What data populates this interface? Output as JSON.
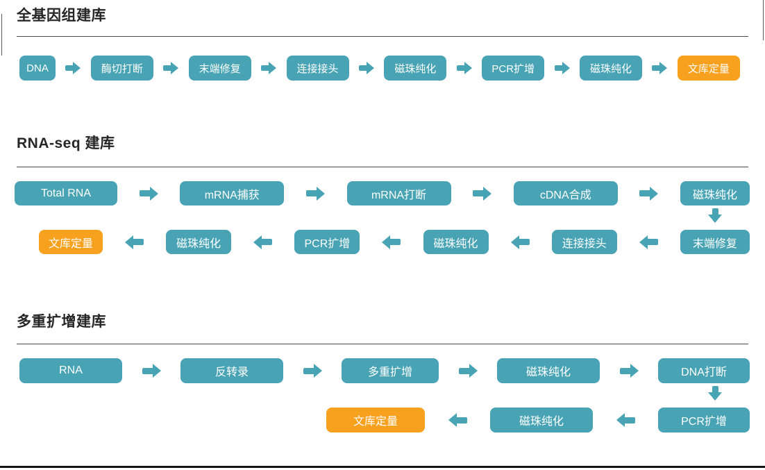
{
  "colors": {
    "teal": "#48a3b4",
    "orange": "#f7a11e"
  },
  "sections": [
    {
      "title": "全基因组建库",
      "row1": [
        "DNA",
        "酶切打断",
        "末端修复",
        "连接接头",
        "磁珠纯化",
        "PCR扩增",
        "磁珠纯化",
        "文库定量"
      ]
    },
    {
      "title": "RNA-seq 建库",
      "row1": [
        "Total RNA",
        "mRNA捕获",
        "mRNA打断",
        "cDNA合成",
        "磁珠纯化"
      ],
      "row2": [
        "文库定量",
        "磁珠纯化",
        "PCR扩增",
        "磁珠纯化",
        "连接接头",
        "末端修复"
      ]
    },
    {
      "title": "多重扩增建库",
      "row1": [
        "RNA",
        "反转录",
        "多重扩增",
        "磁珠纯化",
        "DNA打断"
      ],
      "row2": [
        "文库定量",
        "磁珠纯化",
        "PCR扩增"
      ]
    }
  ]
}
